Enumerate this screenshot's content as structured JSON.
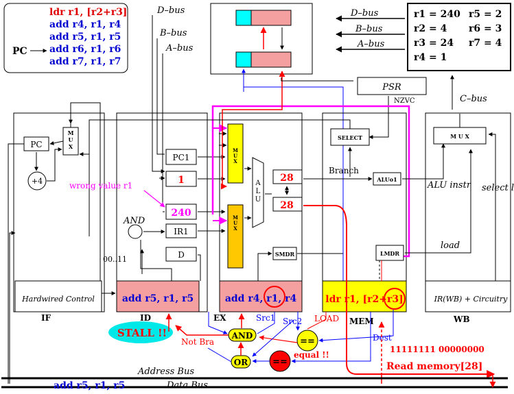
{
  "program": {
    "lines": [
      {
        "text": "ldr r1, [r2+r3]",
        "color": "#e00000"
      },
      {
        "text": "add r4, r1, r4",
        "color": "#0000d0"
      },
      {
        "text": "add r5, r1, r5",
        "color": "#0000d0"
      },
      {
        "text": "add r6, r1, r6",
        "color": "#0000d0"
      },
      {
        "text": "add r7, r1, r7",
        "color": "#0000d0"
      }
    ],
    "pc_label": "PC"
  },
  "registers": {
    "col1": [
      "r1 = 240",
      "r2 = 4",
      "r3 = 24",
      "r4 = 1"
    ],
    "col2": [
      "r5 = 2",
      "r6 = 3",
      "r7 = 4"
    ]
  },
  "buses": {
    "d_bus": "D–bus",
    "b_bus": "B–bus",
    "a_bus": "A–bus",
    "c_bus": "C–bus",
    "address_bus": "Address Bus",
    "data_bus": "Data Bus"
  },
  "blocks": {
    "psr": "PSR",
    "nzvc": "NZVC",
    "select": "SELECT",
    "mux_wb": "M U X",
    "alu": "A L U",
    "mux_ex": "M U X",
    "mux_if": "M U X",
    "pc": "PC",
    "plus4": "+4",
    "pc1": "PC1",
    "ir1": "IR1",
    "d": "D",
    "smdr": "SMDR",
    "lmdr": "LMDR",
    "aluo1": "ALUo1",
    "hardwired": "Hardwired Control",
    "ir_wb": "IR(WB) + Circuitry"
  },
  "values": {
    "id_const": "1",
    "id_a": "240",
    "ex_out1": "28",
    "ex_out2": "28"
  },
  "stages": {
    "if": "IF",
    "id": "ID",
    "ex": "EX",
    "mem": "MEM",
    "wb": "WB",
    "id_instr": "add r5, r1, r5",
    "ex_instr": "add r4, r1, r4",
    "mem_instr": "ldr r1, [r2+r3]"
  },
  "labels": {
    "wrong_value": "wrong value r1",
    "and_label": "AND",
    "bits": "00..11",
    "branch": "Branch",
    "alu_instr": "ALU instr",
    "select_load": "select load",
    "load": "load",
    "stall": "STALL !!",
    "not_bra": "Not Bra",
    "src1": "Src1",
    "src2": "Src2",
    "load_sig": "LOAD",
    "dest": "Dest",
    "equal": "equal !!",
    "and_gate": "AND",
    "or_gate": "OR",
    "eq_gate": "==",
    "bits_pattern": "11111111 00000000",
    "read_memory": "Read memory[28]",
    "data_bus_instr": "add r5, r1, r5"
  },
  "colors": {
    "pink": "#f4a0a0",
    "yellow": "#ffff00",
    "orange": "#ffc800",
    "cyan": "#00ffff",
    "magenta": "#ff00ff",
    "red": "#ff0000",
    "blue": "#0000ff",
    "stall": "#00e8e8"
  }
}
